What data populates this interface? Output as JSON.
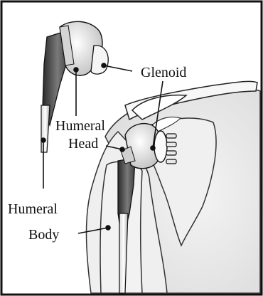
{
  "labels": {
    "humeral_head_line1": "Humeral",
    "humeral_head_line2": "Head",
    "glenoid": "Glenoid",
    "humeral_body_line1": "Humeral",
    "humeral_body_line2": "Body"
  }
}
